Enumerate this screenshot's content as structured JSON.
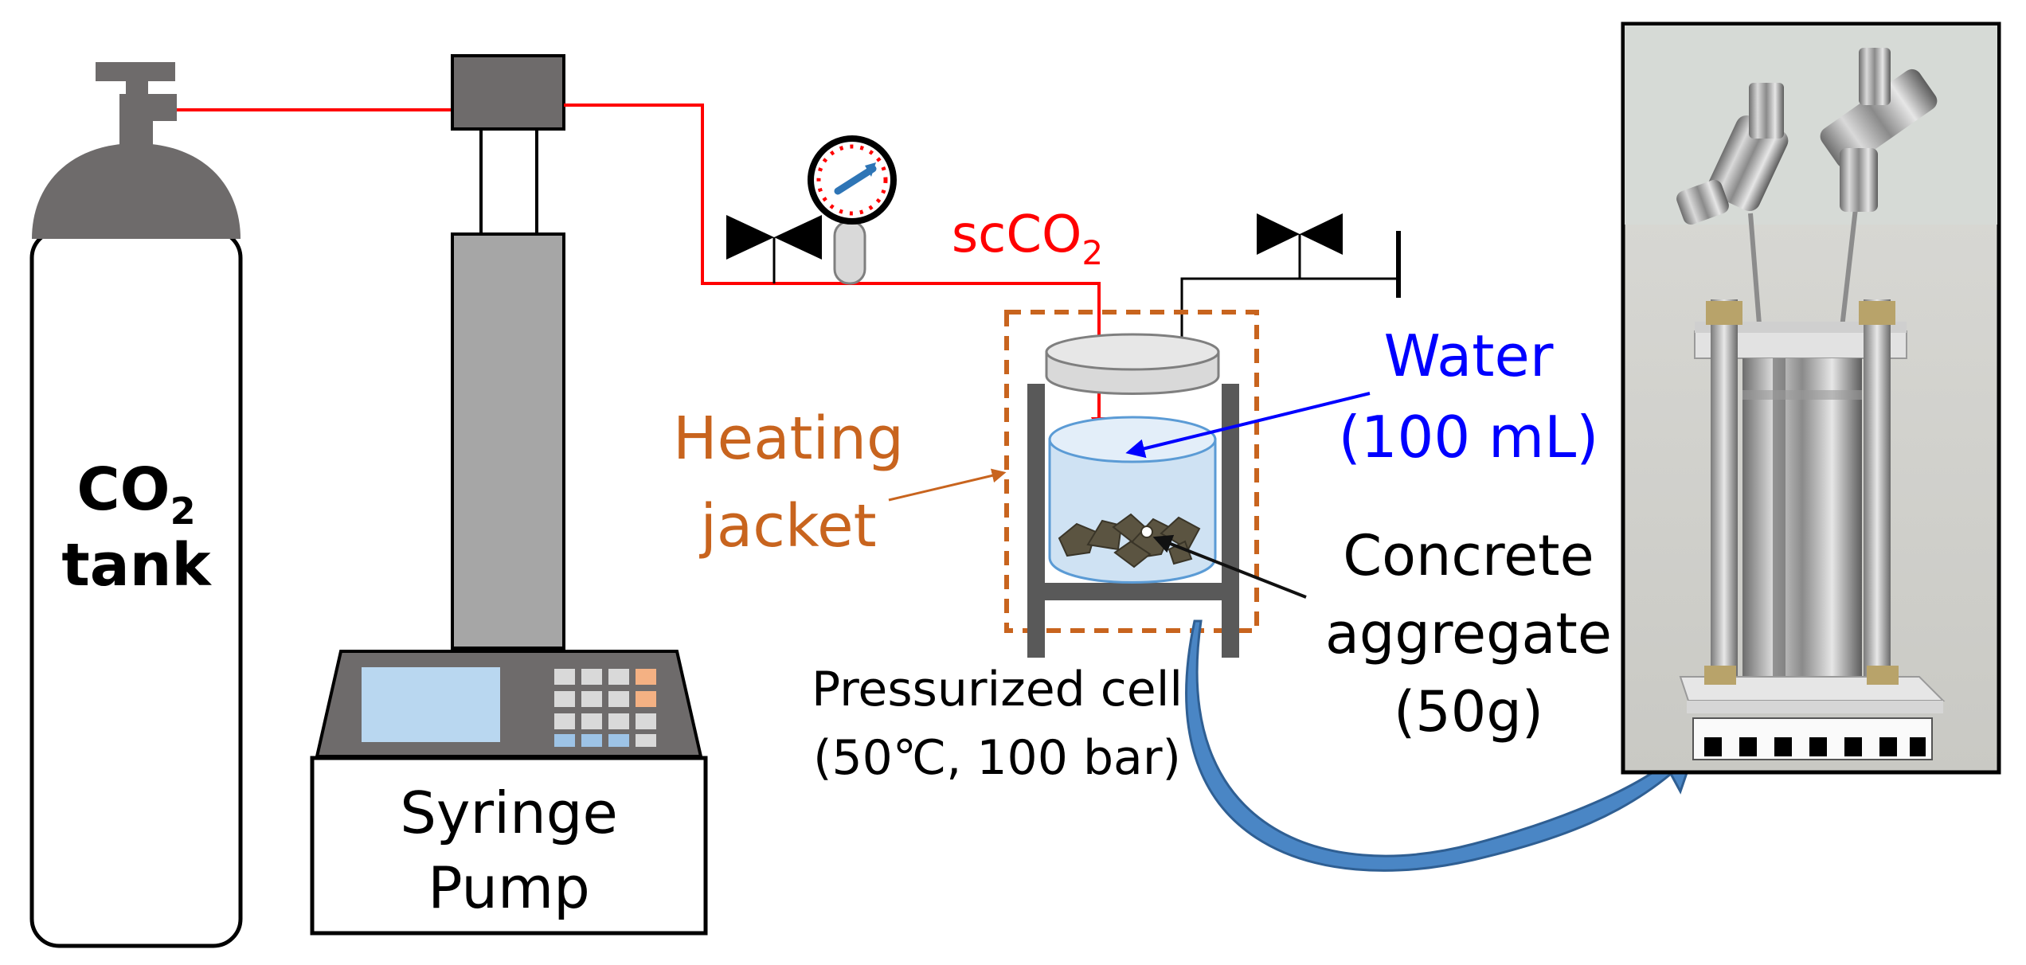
{
  "tank": {
    "label_top": "CO",
    "label_sub": "2",
    "label_bottom": "tank"
  },
  "pump": {
    "line1": "Syringe",
    "line2": "Pump"
  },
  "flow": {
    "label_main": "scCO",
    "label_sub": "2"
  },
  "heating": {
    "line1": "Heating",
    "line2": "jacket"
  },
  "water": {
    "line1": "Water",
    "line2": "(100 mL)"
  },
  "concrete": {
    "line1": "Concrete",
    "line2": "aggregate",
    "line3": "(50g)"
  },
  "cell": {
    "line1": "Pressurized cell",
    "line2": "(50℃, 100 bar)"
  },
  "colors": {
    "gas_line": "#ff0000",
    "water_text": "#0000ff",
    "heating_text": "#c8641e",
    "arrow_blue": "#4a86c5",
    "cylinder_gray": "#6e6b6b"
  },
  "photo": {
    "description_icon": "reactor-photo"
  }
}
